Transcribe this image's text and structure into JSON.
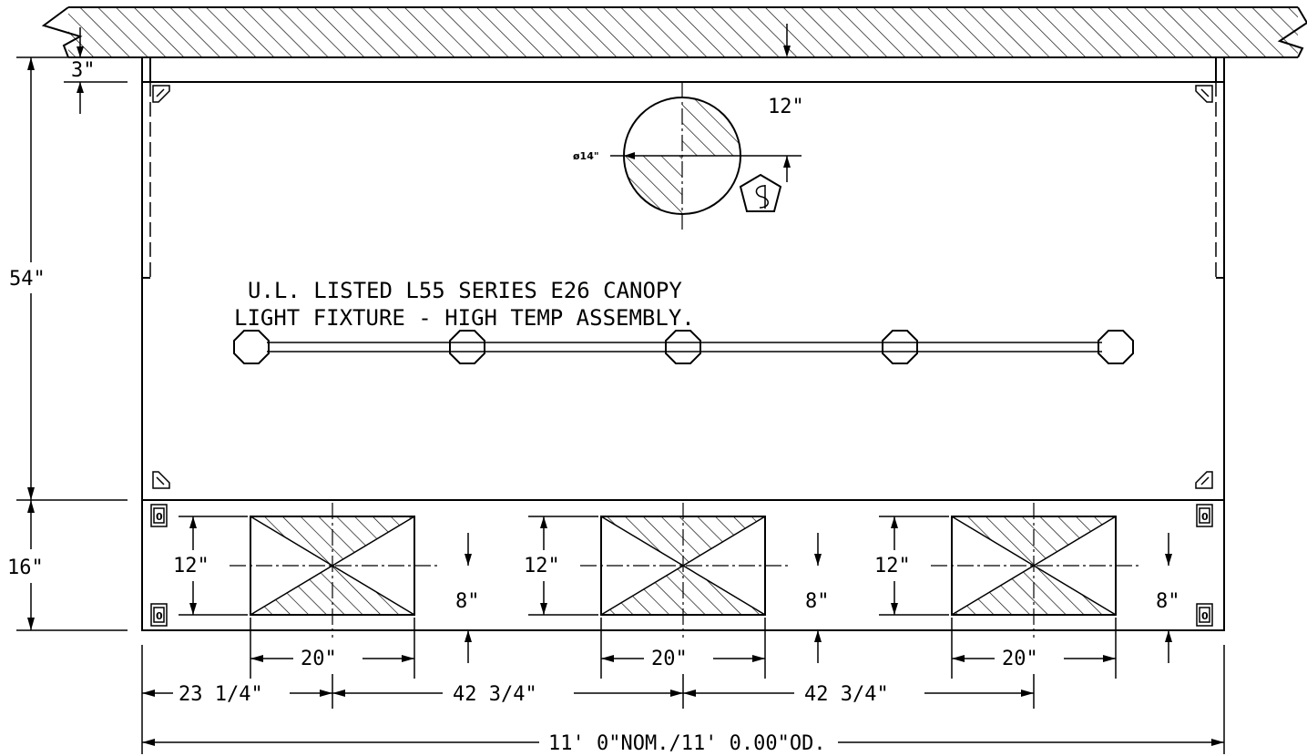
{
  "dimensions": {
    "top_offset": "3\"",
    "upper_height": "54\"",
    "lower_height": "16\"",
    "circle_diameter": "ø14\"",
    "circle_offset": "12\"",
    "opening_height_1": "12\"",
    "opening_height_2": "12\"",
    "opening_height_3": "12\"",
    "opening_offset_1": "8\"",
    "opening_offset_2": "8\"",
    "opening_offset_3": "8\"",
    "opening_width_1": "20\"",
    "opening_width_2": "20\"",
    "opening_width_3": "20\"",
    "edge_to_first": "23 1/4\"",
    "spacing_1": "42 3/4\"",
    "spacing_2": "42 3/4\"",
    "overall_length": "11' 0\"NOM./11' 0.00\"OD."
  },
  "note": {
    "line1": "U.L. LISTED L55 SERIES E26 CANOPY",
    "line2": "LIGHT FIXTURE - HIGH TEMP ASSEMBLY."
  },
  "fastener_label": "0"
}
